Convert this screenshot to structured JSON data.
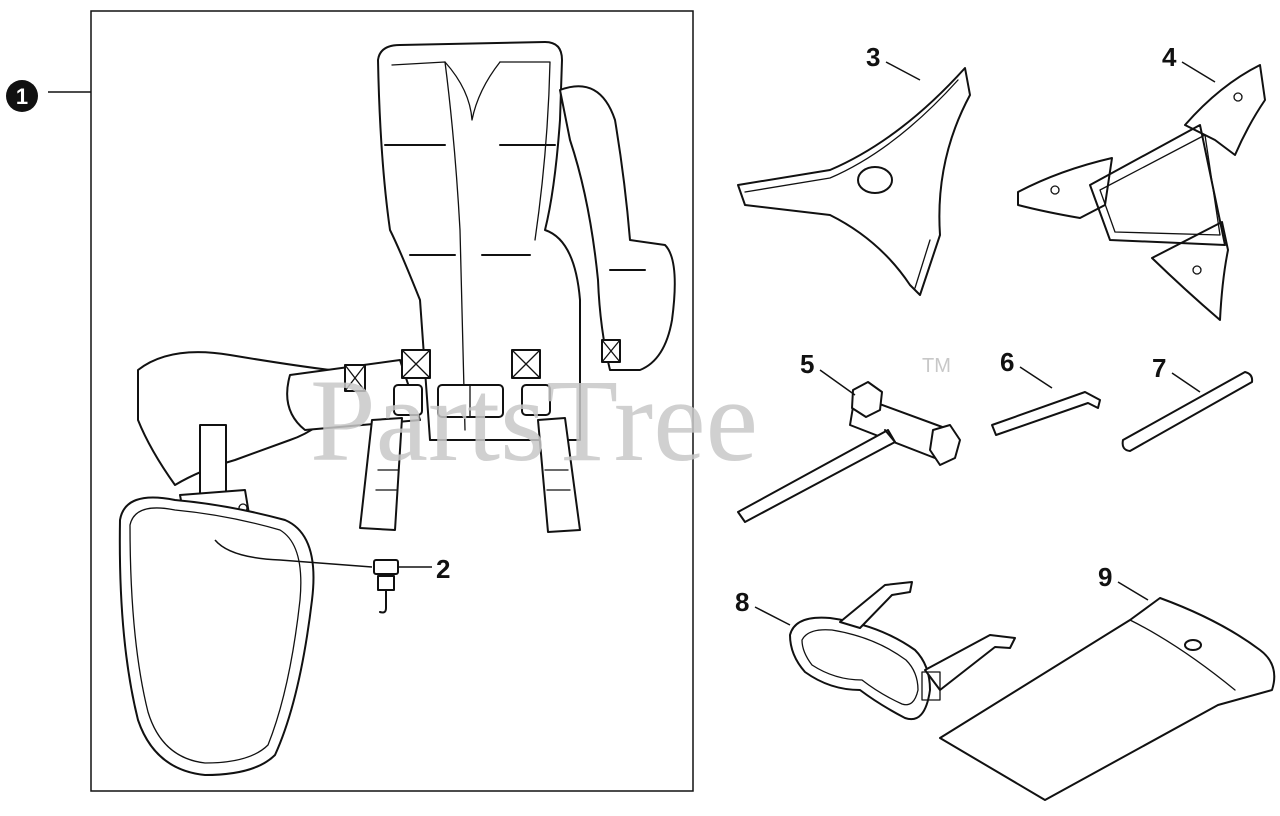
{
  "assembly": {
    "number": "1"
  },
  "callouts": [
    {
      "id": "2",
      "label": "2"
    },
    {
      "id": "3",
      "label": "3"
    },
    {
      "id": "4",
      "label": "4"
    },
    {
      "id": "5",
      "label": "5"
    },
    {
      "id": "6",
      "label": "6"
    },
    {
      "id": "7",
      "label": "7"
    },
    {
      "id": "8",
      "label": "8"
    },
    {
      "id": "9",
      "label": "9"
    }
  ],
  "watermark": {
    "text": "PartsTree",
    "trademark": "TM"
  },
  "colors": {
    "line": "#111111",
    "background": "#ffffff",
    "watermark": "#c8c8c8"
  }
}
